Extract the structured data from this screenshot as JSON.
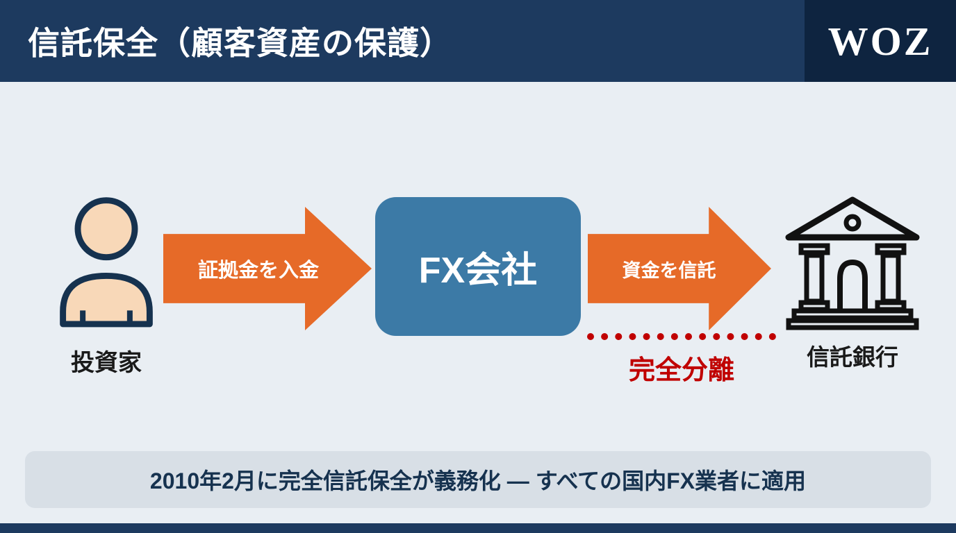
{
  "header": {
    "title": "信託保全（顧客資産の保護）",
    "logo": "WOZ"
  },
  "diagram": {
    "investor_label": "投資家",
    "deposit_arrow_label": "証拠金を入金",
    "fx_company_label": "FX会社",
    "trust_arrow_label": "資金を信託",
    "bank_label": "信託銀行",
    "separation_label": "完全分離",
    "icons": {
      "investor": "person-icon",
      "bank": "bank-icon"
    }
  },
  "footer": {
    "note": "2010年2月に完全信託保全が義務化 — すべての国内FX業者に適用"
  },
  "colors": {
    "header_bg": "#1d3a5f",
    "logo_bg": "#0e2440",
    "background": "#e9eef3",
    "arrow_orange": "#e66a28",
    "fx_blue": "#3c7aa6",
    "separation_red": "#c00000",
    "banner_bg": "#d8dfe6",
    "text_navy": "#16324f"
  }
}
